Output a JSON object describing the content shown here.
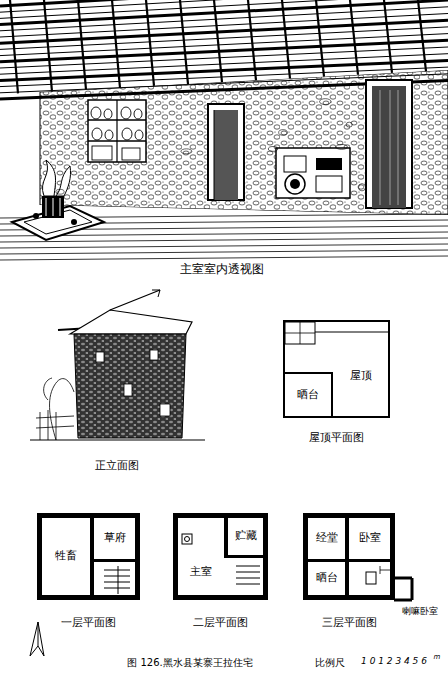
{
  "diagram": {
    "caption": "图 126.黑水县某寨王拉住宅",
    "nodes": [
      {
        "text": [
          "屋顶平面图"
        ]
      },
      {
        "text": [
          "晒台"
        ],
        "in": 0
      },
      {
        "text": [
          "屋顶"
        ],
        "in": 0
      },
      {
        "text": [
          "一层平面图"
        ]
      },
      {
        "text": [
          "牲畜"
        ],
        "in": 3
      },
      {
        "text": [
          "草府"
        ],
        "in": 3
      },
      {
        "text": [
          "二层平面图"
        ]
      },
      {
        "text": [
          "主室"
        ],
        "in": 6
      },
      {
        "text": [
          "贮藏"
        ],
        "in": 6
      },
      {
        "text": [
          "三层平面图"
        ]
      },
      {
        "text": [
          "经堂"
        ],
        "in": 9
      },
      {
        "text": [
          "卧室"
        ],
        "in": 9
      },
      {
        "text": [
          "晒台"
        ],
        "in": 9
      }
    ],
    "labels": [
      "主室室内透视图",
      "正立面图",
      "喇嘛卧室",
      "比例尺",
      "1 0 1 2 3 4 5 6",
      "m"
    ]
  }
}
